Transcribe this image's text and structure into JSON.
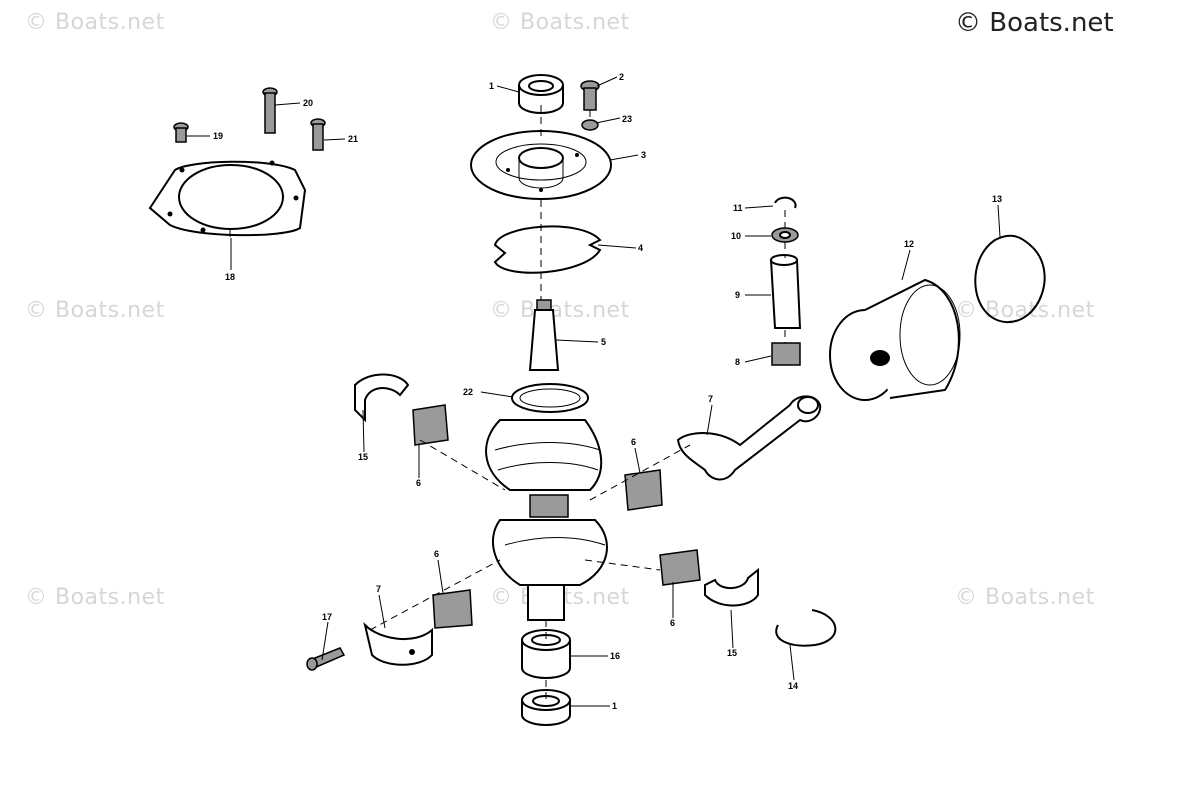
{
  "copyright": "© Boats.net",
  "watermark": "© Boats.net",
  "parts": [
    {
      "num": "1"
    },
    {
      "num": "2"
    },
    {
      "num": "23"
    },
    {
      "num": "3"
    },
    {
      "num": "4"
    },
    {
      "num": "5"
    },
    {
      "num": "22"
    },
    {
      "num": "20"
    },
    {
      "num": "19"
    },
    {
      "num": "21"
    },
    {
      "num": "18"
    },
    {
      "num": "11"
    },
    {
      "num": "10"
    },
    {
      "num": "9"
    },
    {
      "num": "8"
    },
    {
      "num": "13"
    },
    {
      "num": "12"
    },
    {
      "num": "7"
    },
    {
      "num": "6"
    },
    {
      "num": "15"
    },
    {
      "num": "6"
    },
    {
      "num": "6"
    },
    {
      "num": "7"
    },
    {
      "num": "17"
    },
    {
      "num": "16"
    },
    {
      "num": "1"
    },
    {
      "num": "6"
    },
    {
      "num": "15"
    },
    {
      "num": "14"
    }
  ]
}
